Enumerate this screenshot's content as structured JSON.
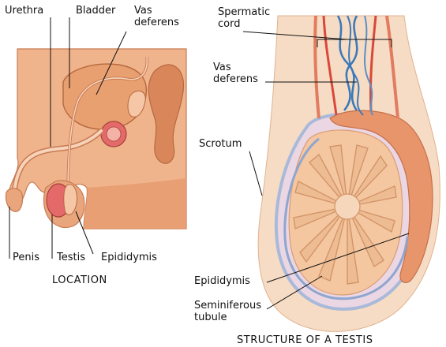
{
  "left_panel": {
    "labels": {
      "urethra": "Urethra",
      "bladder": "Bladder",
      "vas_deferens": "Vas\ndeferens",
      "penis": "Penis",
      "testis": "Testis",
      "epididymis": "Epididymis"
    },
    "caption": "LOCATION"
  },
  "right_panel": {
    "labels": {
      "spermatic_cord": "Spermatic\ncord",
      "vas_deferens": "Vas\ndeferens",
      "scrotum": "Scrotum",
      "epididymis": "Epididymis",
      "seminiferous_tubule": "Seminiferous\ntubule"
    },
    "caption": "STRUCTURE OF A TESTIS"
  },
  "colors": {
    "skin": "#e9a57c",
    "skin_dark": "#d9875a",
    "bladder": "#e8a070",
    "testis": "#e46a6a",
    "tissue_light": "#f6dcc4",
    "vein_blue": "#3d79b8",
    "artery_red": "#d9483a",
    "tubule": "#eebc93",
    "membrane_blue": "#a9b9d9"
  }
}
